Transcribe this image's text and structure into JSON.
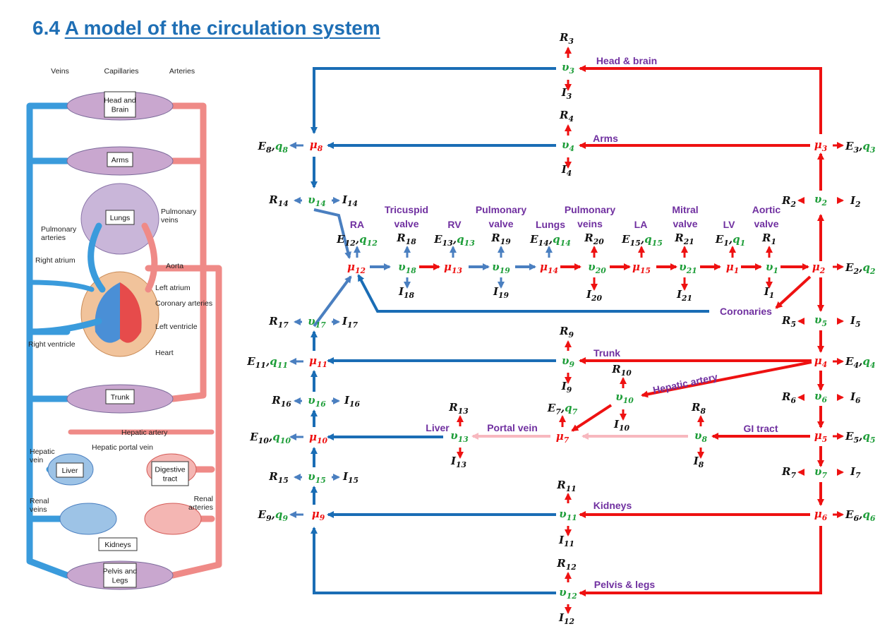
{
  "heading": {
    "number": "6.4",
    "title": "A model of the circulation system"
  },
  "anatomy": {
    "top_labels": [
      "Veins",
      "Capillaries",
      "Arteries"
    ],
    "boxes": [
      "Head and\nBrain",
      "Arms",
      "Lungs",
      "Trunk",
      "Liver",
      "Digestive\ntract",
      "Kidneys",
      "Pelvis and\nLegs"
    ],
    "labels": [
      "Pulmonary\narteries",
      "Pulmonary\nveins",
      "Right atrium",
      "Aorta",
      "Left atrium",
      "Coronary arteries",
      "Left ventricle",
      "Right ventricle",
      "Heart",
      "Hepatic artery",
      "Hepatic portal vein",
      "Hepatic\nvein",
      "Renal\nveins",
      "Renal\narteries"
    ]
  },
  "compartments": {
    "RA": "RA",
    "tricuspid": "Tricuspid\nvalve",
    "RV": "RV",
    "pulm_valve": "Pulmonary\nvalve",
    "lungs": "Lungs",
    "pulm_veins": "Pulmonary\nveins",
    "LA": "LA",
    "mitral": "Mitral\nvalve",
    "LV": "LV",
    "aortic": "Aortic\nvalve",
    "head": "Head & brain",
    "arms": "Arms",
    "coronaries": "Coronaries",
    "trunk": "Trunk",
    "hepatic_artery": "Hepatic artery",
    "liver": "Liver",
    "portal_vein": "Portal vein",
    "gi": "GI tract",
    "kidneys": "Kidneys",
    "pelvis": "Pelvis & legs"
  },
  "colors": {
    "artery": "#ee1111",
    "vein_dark": "#1a6db5",
    "vein_mid": "#4a7fc0",
    "portal": "#f7b8bf",
    "label": "#7030a0",
    "mu": "#ee1111",
    "upsilon": "#1f9e3a",
    "text": "#111111",
    "q": "#1f9e3a"
  }
}
